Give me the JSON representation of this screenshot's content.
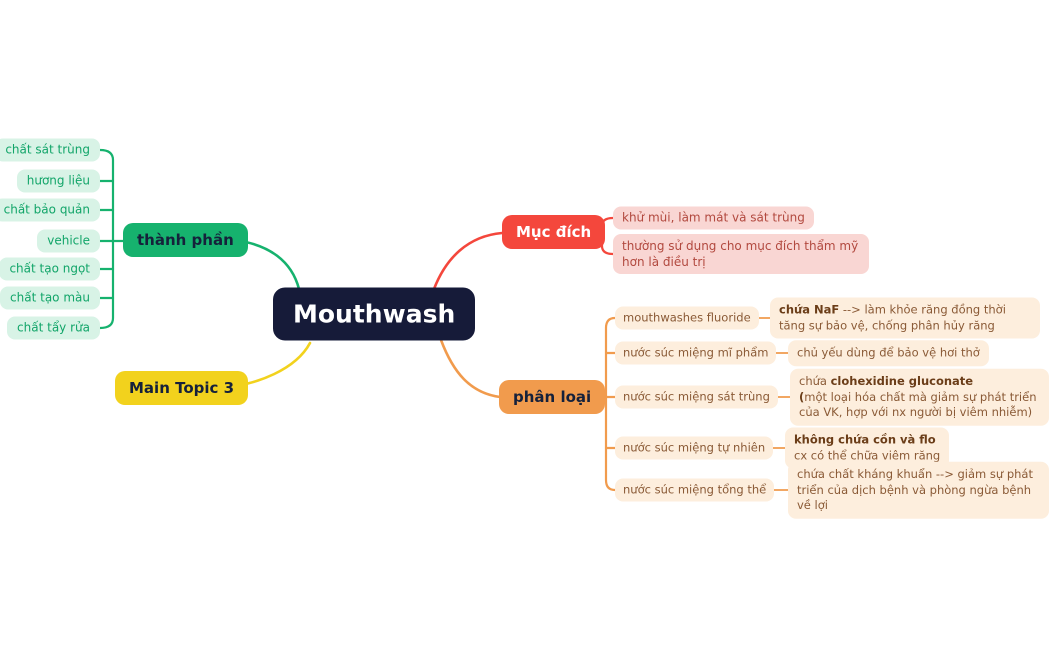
{
  "colors": {
    "center_bg": "#161b39",
    "center_text": "#ffffff",
    "green": "#16b26e",
    "green_light": "#d8f3e6",
    "green_text": "#12a569",
    "yellow": "#f2d21d",
    "red": "#f4473c",
    "red_light": "#f9d6d3",
    "red_text": "#b2493f",
    "orange": "#f19b4d",
    "orange_light": "#fdeedd",
    "brown_text": "#8a5a36",
    "brown_bold": "#6b3d18",
    "topic_text": "#15213b"
  },
  "center": {
    "label": "Mouthwash"
  },
  "branches": {
    "thanh_phan": {
      "label": "thành phần",
      "items": [
        "chất sát trùng",
        "hương liệu",
        "chất bảo quản",
        "vehicle",
        "chất tạo ngọt",
        "chất tạo màu",
        "chất tẩy rửa"
      ]
    },
    "main_topic_3": {
      "label": "Main Topic 3"
    },
    "muc_dich": {
      "label": "Mục đích",
      "items": [
        "khử mùi, làm mát và sát trùng",
        "thường sử dụng cho mục đích thẩm mỹ hơn là điều trị"
      ]
    },
    "phan_loai": {
      "label": "phân loại",
      "items": [
        {
          "label": "mouthwashes fluoride",
          "note": [
            {
              "t": "chứa NaF",
              "b": true
            },
            {
              "t": " --> làm khỏe răng đồng thời tăng sự bảo vệ, chống phân hủy răng"
            }
          ]
        },
        {
          "label": "nước súc miệng mĩ phẩm",
          "note": [
            {
              "t": "chủ yếu dùng để bảo vệ hơi thở"
            }
          ]
        },
        {
          "label": "nước súc miệng sát trùng",
          "note": [
            {
              "t": "chứa "
            },
            {
              "t": "clohexidine gluconate",
              "b": true
            },
            {
              "br": true
            },
            {
              "t": "(",
              "b": true
            },
            {
              "t": "một loại hóa chất mà giảm sự phát triển của VK, hợp với nx người bị viêm nhiễm)"
            }
          ]
        },
        {
          "label": "nước súc miệng tự nhiên",
          "note": [
            {
              "t": "không chứa cồn và flo",
              "b": true
            },
            {
              "br": true
            },
            {
              "t": "cx có thể chữa viêm răng"
            }
          ]
        },
        {
          "label": "nước súc miệng tổng thể",
          "note": [
            {
              "t": "chứa chất kháng khuẩn --> giảm sự phát triển của dịch bệnh và phòng ngừa bệnh về lợi"
            }
          ]
        }
      ]
    }
  }
}
